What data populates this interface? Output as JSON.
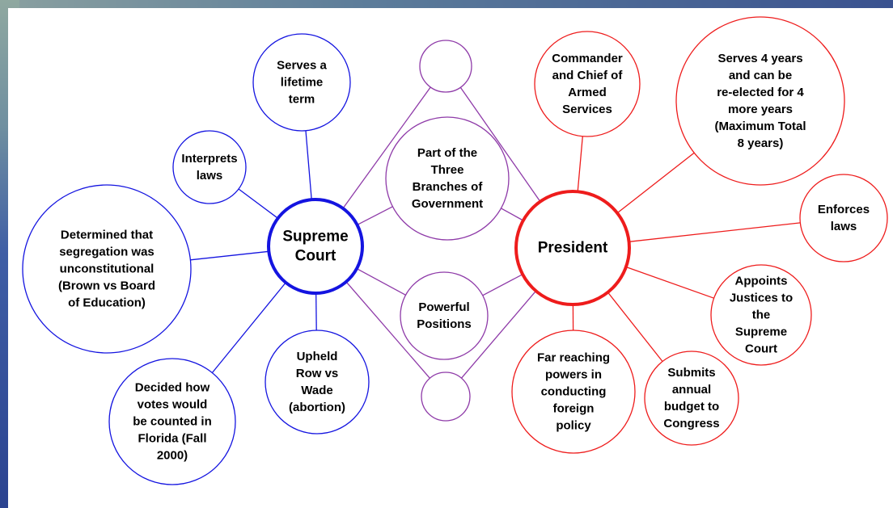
{
  "colors": {
    "court": "#1414e0",
    "president": "#ee1c1c",
    "shared": "#8e3aa8"
  },
  "supreme_court": {
    "title": [
      "Supreme",
      "Court"
    ],
    "facts": {
      "lifetime": [
        "Serves a",
        "lifetime",
        "term"
      ],
      "interprets": [
        "Interprets",
        "laws"
      ],
      "segregation": [
        "Determined that",
        "segregation was",
        "unconstitutional",
        "(Brown vs Board",
        "of Education)"
      ],
      "votes": [
        "Decided how",
        "votes would",
        "be counted in",
        "Florida (Fall",
        "2000)"
      ],
      "roe": [
        "Upheld",
        "Row vs",
        "Wade",
        "(abortion)"
      ]
    }
  },
  "president": {
    "title": [
      "President"
    ],
    "facts": {
      "commander": [
        "Commander",
        "and Chief of",
        "Armed",
        "Services"
      ],
      "term": [
        "Serves 4 years",
        "and can be",
        "re-elected for 4",
        "more years",
        "(Maximum Total",
        "8 years)"
      ],
      "enforces": [
        "Enforces",
        "laws"
      ],
      "appoints": [
        "Appoints",
        "Justices to",
        "the",
        "Supreme",
        "Court"
      ],
      "budget": [
        "Submits",
        "annual",
        "budget to",
        "Congress"
      ],
      "foreign": [
        "Far reaching",
        "powers in",
        "conducting",
        "foreign",
        "policy"
      ]
    }
  },
  "shared": {
    "empty_top": [],
    "branches": [
      "Part of the",
      "Three",
      "Branches of",
      "Government"
    ],
    "powerful": [
      "Powerful",
      "Positions"
    ],
    "empty_bottom": []
  }
}
